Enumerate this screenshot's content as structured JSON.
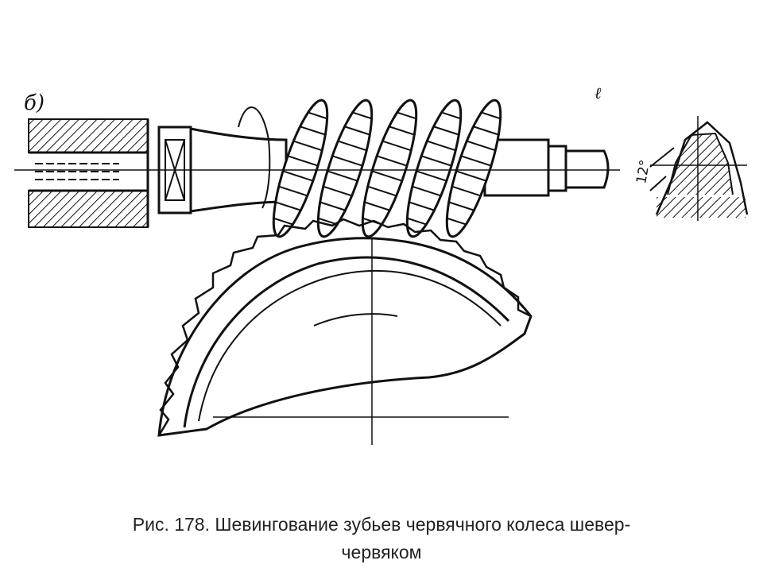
{
  "figure": {
    "view_label": "б)",
    "corner_mark": "ℓ",
    "angle_label": "12°"
  },
  "caption": {
    "line1": "Рис. 178. Шевингование зубьев червячного колеса шевер-",
    "line2": "червяком"
  },
  "colors": {
    "ink": "#111111",
    "background": "#ffffff",
    "caption": "#222222"
  }
}
